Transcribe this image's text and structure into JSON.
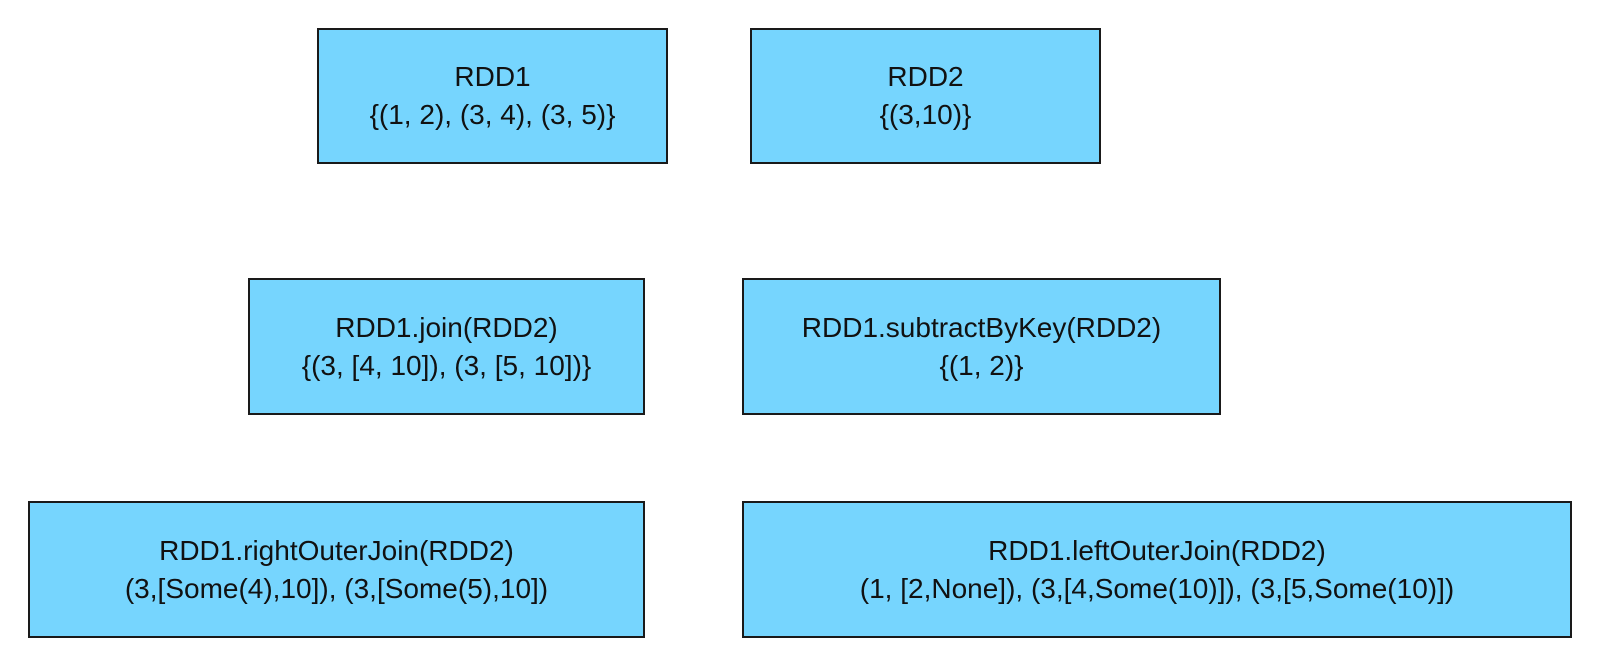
{
  "colors": {
    "box_fill": "#76d5fe",
    "box_border": "#1a1a1a",
    "text": "#111111",
    "background": "#ffffff"
  },
  "boxes": {
    "rdd1": {
      "title": "RDD1",
      "value": "{(1, 2), (3, 4), (3, 5)}"
    },
    "rdd2": {
      "title": "RDD2",
      "value": "{(3,10)}"
    },
    "join": {
      "title": "RDD1.join(RDD2)",
      "value": "{(3, [4, 10]), (3, [5, 10])}"
    },
    "subtract": {
      "title": "RDD1.subtractByKey(RDD2)",
      "value": "{(1, 2)}"
    },
    "right_outer": {
      "title": "RDD1.rightOuterJoin(RDD2)",
      "value": "(3,[Some(4),10]), (3,[Some(5),10])"
    },
    "left_outer": {
      "title": "RDD1.leftOuterJoin(RDD2)",
      "value": "(1, [2,None]), (3,[4,Some(10)]), (3,[5,Some(10)])"
    }
  }
}
